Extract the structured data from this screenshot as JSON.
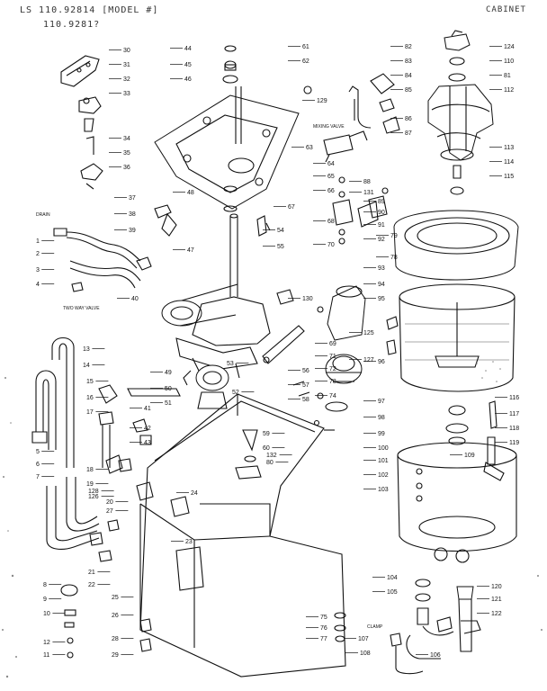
{
  "header": {
    "line1": "LS 110.92814 [MODEL #]",
    "line2": "110.9281?",
    "line3": "CABINET"
  },
  "callouts": [
    "30",
    "31",
    "32",
    "33",
    "34",
    "35",
    "36",
    "37",
    "38",
    "39",
    "1",
    "2",
    "3",
    "4",
    "40",
    "41",
    "42",
    "43",
    "44",
    "45",
    "46",
    "47",
    "48",
    "49",
    "50",
    "51",
    "52",
    "53",
    "54",
    "55",
    "56",
    "57",
    "58",
    "59",
    "60",
    "61",
    "62",
    "63",
    "64",
    "65",
    "66",
    "67",
    "68",
    "69",
    "70",
    "71",
    "72",
    "73",
    "74",
    "75",
    "76",
    "77",
    "78",
    "79",
    "80",
    "81",
    "82",
    "83",
    "84",
    "85",
    "86",
    "87",
    "88",
    "89",
    "90",
    "91",
    "92",
    "93",
    "94",
    "95",
    "96",
    "97",
    "98",
    "99",
    "100",
    "101",
    "102",
    "103",
    "104",
    "105",
    "106",
    "107",
    "108",
    "109",
    "110",
    "112",
    "113",
    "114",
    "115",
    "116",
    "117",
    "118",
    "119",
    "120",
    "121",
    "122",
    "124",
    "125",
    "126",
    "127",
    "128",
    "129",
    "130",
    "131",
    "132",
    "5",
    "6",
    "7",
    "8",
    "9",
    "10",
    "11",
    "12",
    "13",
    "14",
    "15",
    "16",
    "17",
    "18",
    "19",
    "20",
    "21",
    "22",
    "23",
    "24",
    "25",
    "26",
    "27",
    "28",
    "29"
  ],
  "notes": {
    "drain": "DRAIN",
    "two_way_valve": "TWO WAY VALVE",
    "mixing_valve": "MIXING VALVE",
    "clamp": "CLAMP"
  }
}
